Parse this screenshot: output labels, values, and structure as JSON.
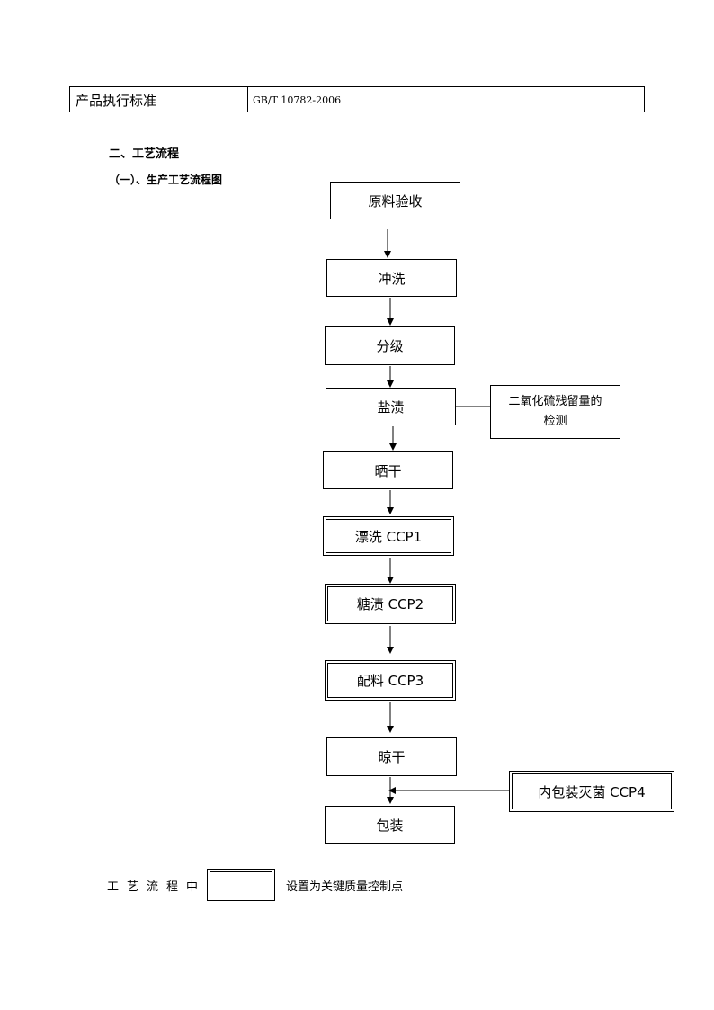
{
  "standard": {
    "label": "产品执行标准",
    "value": "GB/T 10782-2006"
  },
  "section_title": "二、工艺流程",
  "subsection_title": "（一）、生产工艺流程图",
  "flow": {
    "steps": [
      {
        "label": "原料验收"
      },
      {
        "label": "冲洗"
      },
      {
        "label": "分级"
      },
      {
        "label": "盐渍"
      },
      {
        "label": "晒干"
      },
      {
        "label": "漂洗 CCP1"
      },
      {
        "label": "糖渍 CCP2"
      },
      {
        "label": "配料 CCP3"
      },
      {
        "label": "晾干"
      },
      {
        "label": "包装"
      }
    ],
    "side_note": {
      "line1": "二氧化硫残留量的",
      "line2": "检测"
    },
    "side_input": {
      "label": "内包装灭菌 CCP4"
    }
  },
  "legend": {
    "prefix": "工艺流程中",
    "suffix": "设置为关键质量控制点"
  }
}
